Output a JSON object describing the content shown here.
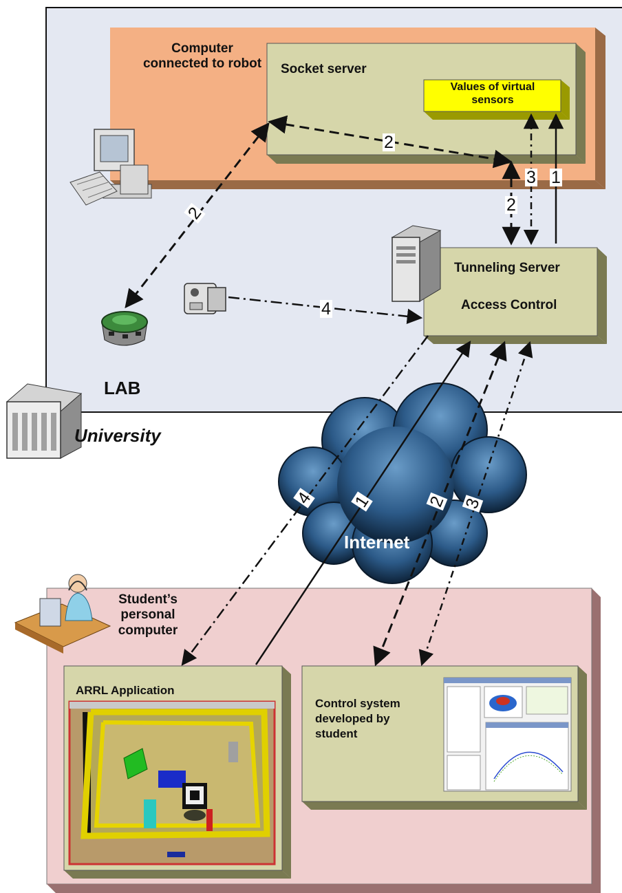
{
  "colors": {
    "lab_bg": "#e4e8f2",
    "computer_zone": "#f4b084",
    "server_box": "#d6d6aa",
    "sensor_box": "#ffff00",
    "student_zone": "#f0cfcf",
    "cloud": "#2f5f8f"
  },
  "labels": {
    "computer_connected": "Computer connected to robot",
    "socket_server": "Socket server",
    "virtual_sensors": "Values of virtual sensors",
    "tunneling_server": "Tunneling Server",
    "access_control": "Access Control",
    "lab": "LAB",
    "university": "University",
    "internet": "Internet",
    "student_pc": "Student’s personal computer",
    "arrl_app": "ARRL Application",
    "control_system": "Control system developed by student"
  },
  "arrow_numbers": {
    "n2_socket": "2",
    "n2_robot": "2",
    "n3_up": "3",
    "n1_up": "1",
    "n2_tunnel": "2",
    "n4_camera": "4",
    "n4_cloud": "4",
    "n1_cloud": "1",
    "n2_cloud": "2",
    "n3_cloud": "3"
  },
  "icons": [
    "desktop-computer-icon",
    "robot-icon",
    "camera-icon",
    "server-tower-icon",
    "university-building-icon",
    "student-at-desk-icon"
  ]
}
